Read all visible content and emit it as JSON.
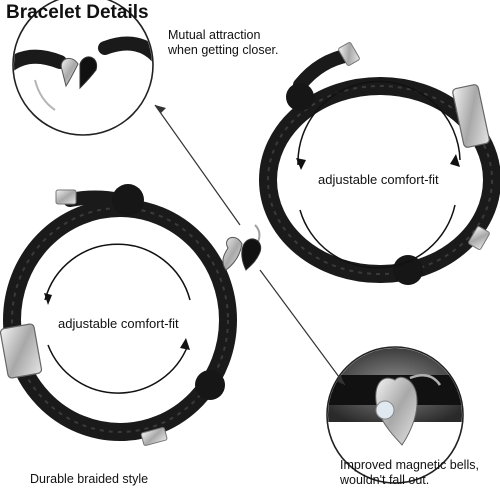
{
  "title": "Bracelet Details",
  "captions": {
    "attraction_line1": "Mutual attraction",
    "attraction_line2": "when getting closer.",
    "adjustable_top": "adjustable comfort-fit",
    "adjustable_bottom": "adjustable comfort-fit",
    "braided": "Durable braided style",
    "bells_line1": "Improved magnetic bells,",
    "bells_line2": "wouldn't fall out."
  },
  "icons": {
    "heart_magnet": "heart-magnet-icon",
    "arrow": "arrow-icon"
  },
  "colors": {
    "cord": "#1a1a1a",
    "metal": "#c8c8c8",
    "text": "#111111"
  }
}
